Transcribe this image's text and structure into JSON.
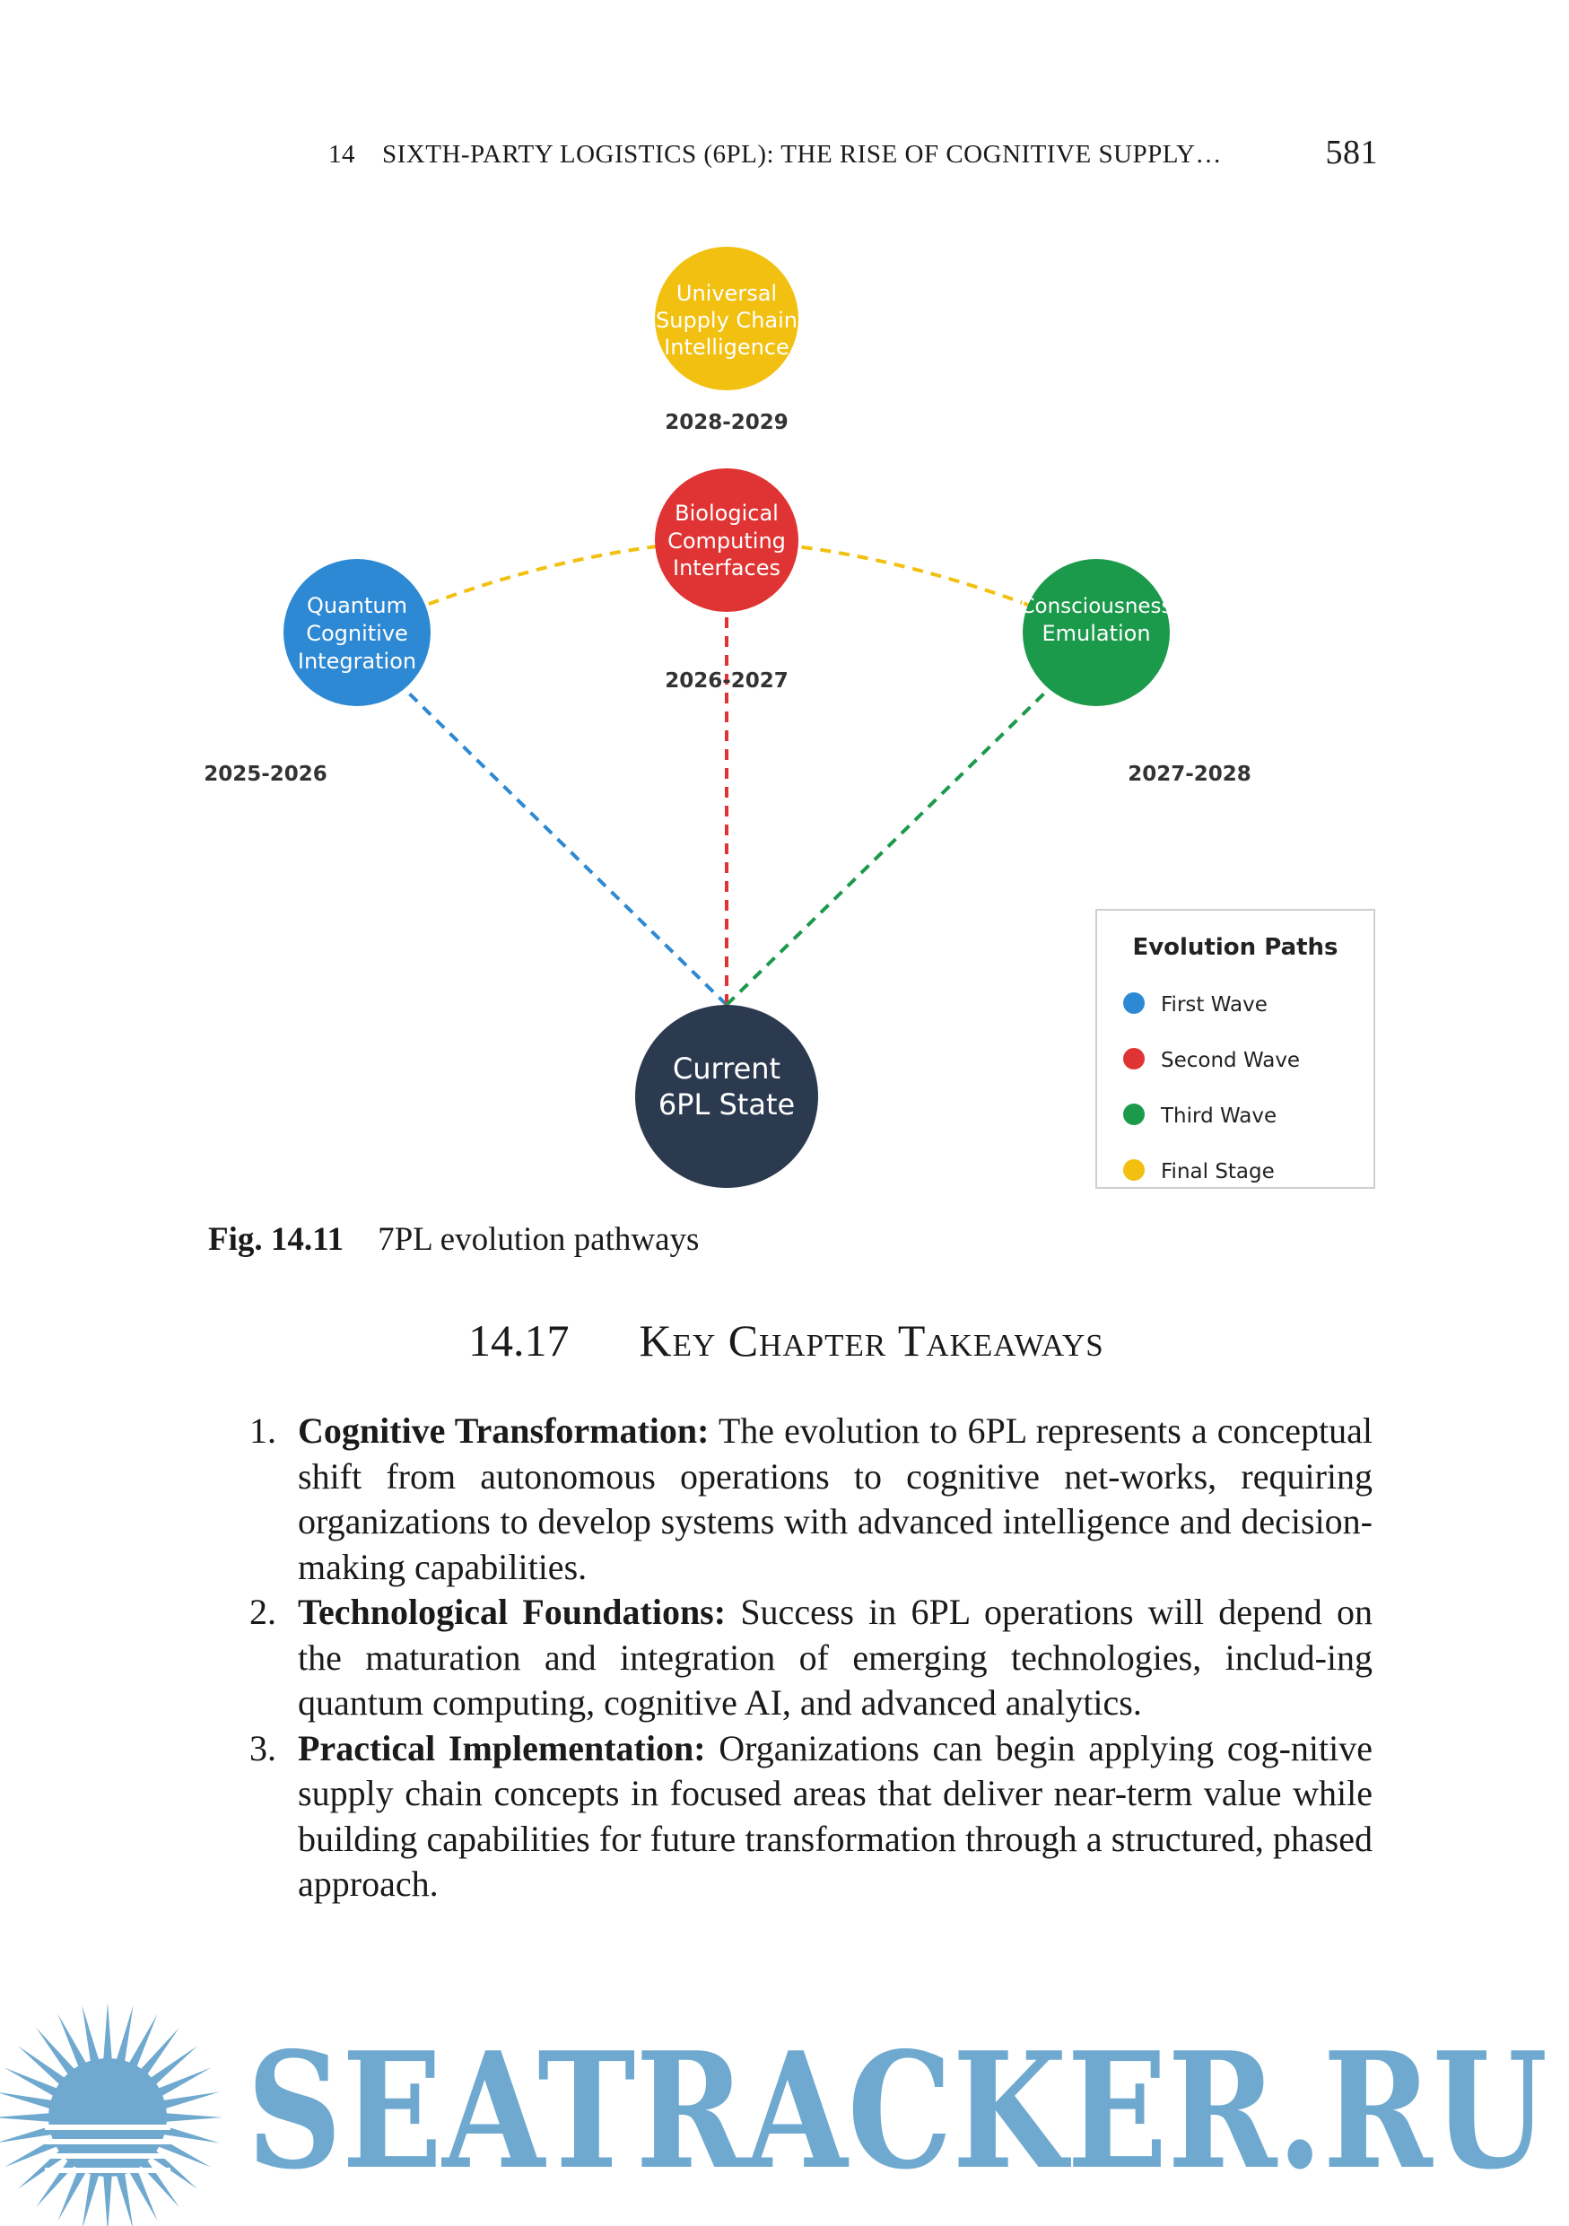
{
  "running_head": {
    "chapter": "14",
    "title": "SIXTH-PARTY LOGISTICS (6PL): THE RISE OF COGNITIVE SUPPLY…",
    "page_number": "581"
  },
  "figure": {
    "nodes": {
      "universal": {
        "lines": [
          "Universal",
          "Supply Chain",
          "Intelligence"
        ],
        "year": "2028-2029",
        "color": "#f2c010"
      },
      "biological": {
        "lines": [
          "Biological",
          "Computing",
          "Interfaces"
        ],
        "year": "2026-2027",
        "color": "#e03434"
      },
      "quantum": {
        "lines": [
          "Quantum",
          "Cognitive",
          "Integration"
        ],
        "year": "2025-2026",
        "color": "#2d89d3"
      },
      "consciousness": {
        "lines": [
          "Consciousness",
          "Emulation"
        ],
        "year": "2027-2028",
        "color": "#1c9a4c"
      },
      "current": {
        "lines": [
          "Current",
          "6PL State"
        ],
        "color": "#2c3a50"
      }
    },
    "legend": {
      "title": "Evolution Paths",
      "items": [
        {
          "label": "First Wave",
          "color": "#2d89d3"
        },
        {
          "label": "Second Wave",
          "color": "#e03434"
        },
        {
          "label": "Third Wave",
          "color": "#1c9a4c"
        },
        {
          "label": "Final Stage",
          "color": "#f2c010"
        }
      ]
    }
  },
  "caption": {
    "label": "Fig. 14.11",
    "text": "7PL evolution pathways"
  },
  "section": {
    "number": "14.17",
    "title": "Key Chapter Takeaways"
  },
  "takeaways": [
    {
      "num": "1.",
      "term": "Cognitive Transformation:",
      "text": "The evolution to 6PL represents a conceptual shift from autonomous operations to cognitive net-works, requiring organizations to develop systems with advanced intelligence and decision-making capabilities."
    },
    {
      "num": "2.",
      "term": "Technological Foundations:",
      "text": "Success in 6PL operations will depend on the maturation and integration of emerging technologies, includ-ing quantum computing, cognitive AI, and advanced analytics."
    },
    {
      "num": "3.",
      "term": "Practical Implementation:",
      "text": "Organizations can begin applying cog-nitive supply chain concepts in focused areas that deliver near-term value while building capabilities for future transformation through a structured, phased approach."
    }
  ],
  "watermark": {
    "text": "SEATRACKER.RU",
    "color": "#6fa9cf"
  }
}
